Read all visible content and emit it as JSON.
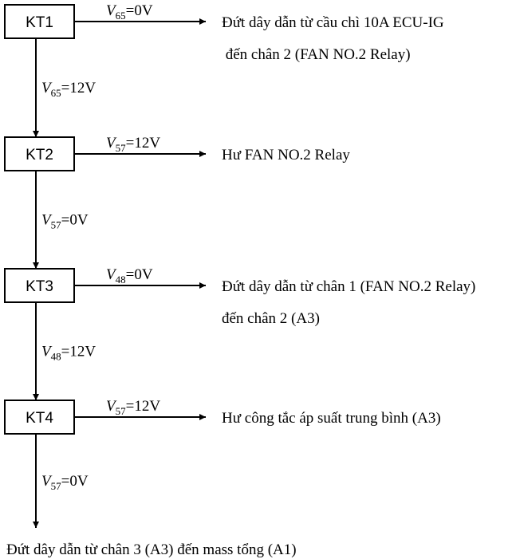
{
  "checks": [
    {
      "id": "KT1",
      "fail": {
        "sym": "V",
        "sub": "65",
        "value": "=0V"
      },
      "fault": [
        "Đứt dây dẫn từ cầu chì 10A ECU-IG",
        " đến chân 2 (FAN NO.2 Relay)"
      ],
      "pass": {
        "sym": "V",
        "sub": "65",
        "value": "=12V"
      }
    },
    {
      "id": "KT2",
      "fail": {
        "sym": "V",
        "sub": "57",
        "value": "=12V"
      },
      "fault": [
        "Hư FAN NO.2 Relay"
      ],
      "pass": {
        "sym": "V",
        "sub": "57",
        "value": "=0V"
      }
    },
    {
      "id": "KT3",
      "fail": {
        "sym": "V",
        "sub": "48",
        "value": "=0V"
      },
      "fault": [
        "Đứt dây dẫn từ chân 1 (FAN NO.2 Relay)",
        "đến chân 2 (A3)"
      ],
      "pass": {
        "sym": "V",
        "sub": "48",
        "value": "=12V"
      }
    },
    {
      "id": "KT4",
      "fail": {
        "sym": "V",
        "sub": "57",
        "value": "=12V"
      },
      "fault": [
        "Hư công tắc áp suất trung bình (A3)"
      ],
      "pass": {
        "sym": "V",
        "sub": "57",
        "value": "=0V"
      }
    }
  ],
  "final_fault": "Đứt dây dẫn từ chân 3 (A3) đến mass tổng (A1)",
  "colors": {
    "stroke": "#000000",
    "text": "#000000"
  }
}
